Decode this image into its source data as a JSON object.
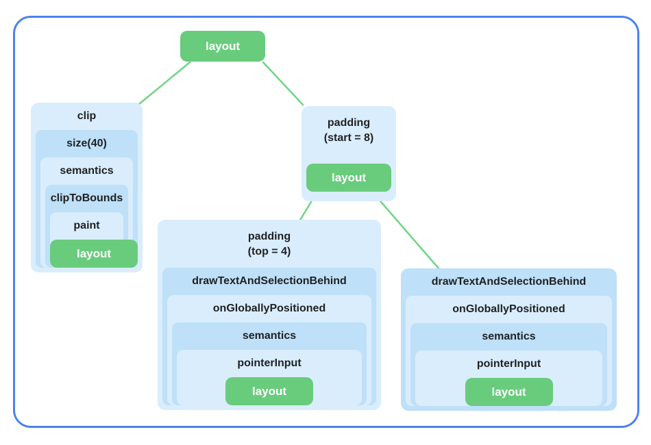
{
  "root": {
    "label": "layout"
  },
  "groups": {
    "clip": {
      "levels": [
        "clip",
        "size(40)",
        "semantics",
        "clipToBounds",
        "paint"
      ],
      "leaf": "layout"
    },
    "padding_start": {
      "line1": "padding",
      "line2": "(start = 8)",
      "leaf": "layout"
    },
    "padding_top": {
      "line1": "padding",
      "line2": "(top = 4)",
      "levels": [
        "drawTextAndSelectionBehind",
        "onGloballyPositioned",
        "semantics",
        "pointerInput"
      ],
      "leaf": "layout"
    },
    "draw_text": {
      "levels": [
        "drawTextAndSelectionBehind",
        "onGloballyPositioned",
        "semantics",
        "pointerInput"
      ],
      "leaf": "layout"
    }
  },
  "colors": {
    "frame_border": "#4b82ee",
    "node_light": "#d9edfd",
    "node_dark": "#bee0f8",
    "node_green": "#69cc7d",
    "edge_green": "#6fd584",
    "label_text": "#202124",
    "leaf_text": "#ffffff"
  }
}
